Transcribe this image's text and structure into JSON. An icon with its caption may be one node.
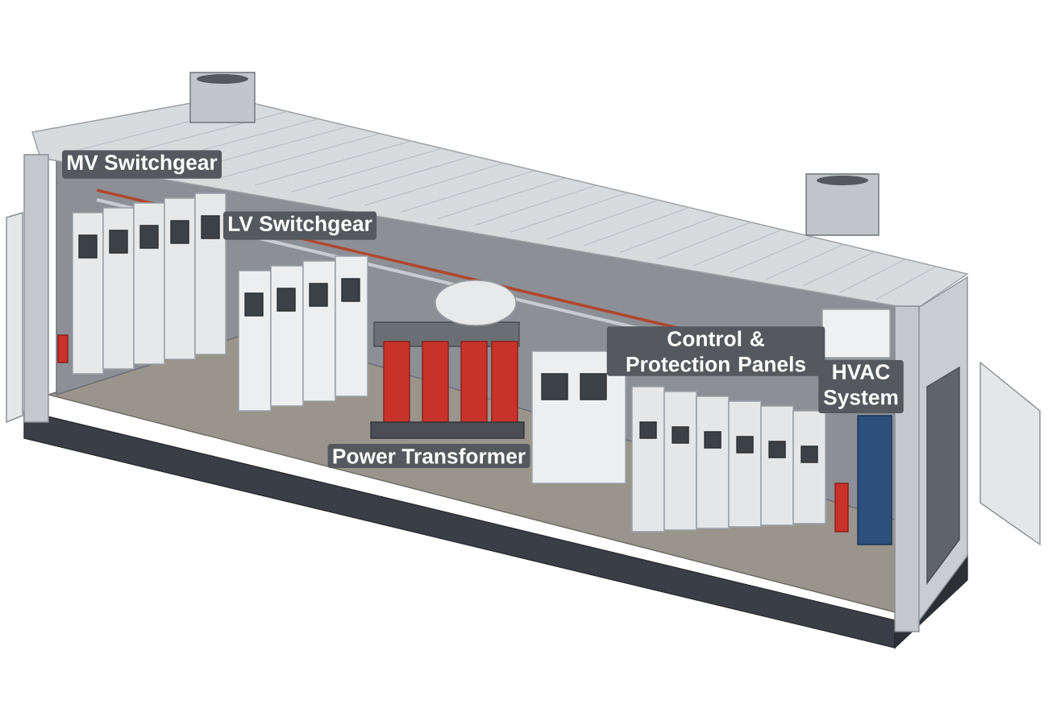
{
  "diagram": {
    "labels": [
      "MV Switchgear",
      "LV Switchgear",
      "Power Transformer",
      "Control & Protection Panels",
      "HVAC System"
    ]
  }
}
